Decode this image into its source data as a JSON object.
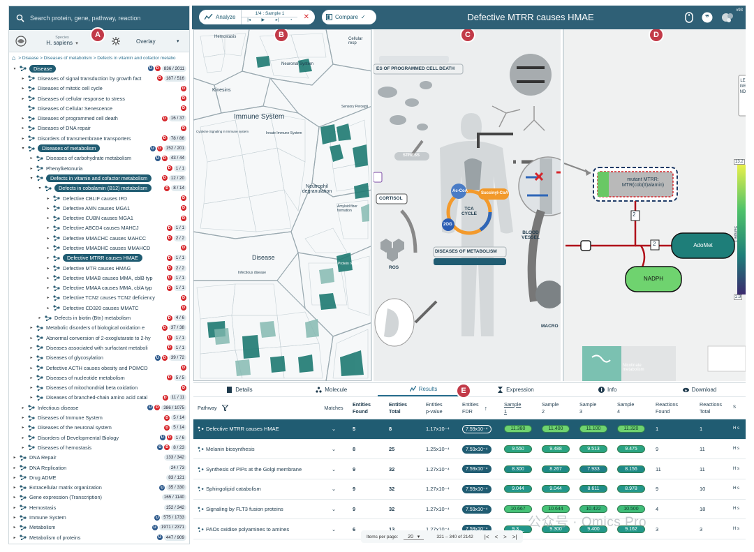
{
  "search": {
    "placeholder": "Search protein, gene, pathway, reaction"
  },
  "species": {
    "label": "Species",
    "value": "H. sapiens",
    "overlay_label": "Overlay"
  },
  "breadcrumb": {
    "items": [
      "Disease",
      "Diseases of metabolism",
      "Defects in vitamin and cofactor metabo"
    ]
  },
  "tree": [
    {
      "depth": 0,
      "tog": "▾",
      "label": "Disease",
      "sel": true,
      "u": true,
      "d": true,
      "count": "836 / 2011"
    },
    {
      "depth": 1,
      "tog": "▸",
      "label": "Diseases of signal transduction by growth fact",
      "d": true,
      "count": "187 / 516"
    },
    {
      "depth": 1,
      "tog": "▸",
      "label": "Diseases of mitotic cell cycle",
      "d": true,
      "count": ""
    },
    {
      "depth": 1,
      "tog": "▸",
      "label": "Diseases of cellular response to stress",
      "d": true,
      "count": ""
    },
    {
      "depth": 1,
      "tog": "",
      "label": "Diseases of Cellular Senescence",
      "d": true,
      "count": ""
    },
    {
      "depth": 1,
      "tog": "▸",
      "label": "Diseases of programmed cell death",
      "d": true,
      "count": "16 / 37"
    },
    {
      "depth": 1,
      "tog": "▸",
      "label": "Diseases of DNA repair",
      "d": true,
      "count": ""
    },
    {
      "depth": 1,
      "tog": "▸",
      "label": "Disorders of transmembrane transporters",
      "d": true,
      "count": "78 / 86"
    },
    {
      "depth": 1,
      "tog": "▾",
      "label": "Diseases of metabolism",
      "sel": true,
      "u": true,
      "d": true,
      "count": "152 / 201"
    },
    {
      "depth": 2,
      "tog": "▸",
      "label": "Diseases of carbohydrate metabolism",
      "u": true,
      "d": true,
      "count": "43 / 44"
    },
    {
      "depth": 2,
      "tog": "▸",
      "label": "Phenylketonuria",
      "d": true,
      "count": "1 / 1"
    },
    {
      "depth": 2,
      "tog": "▾",
      "label": "Defects in vitamin and cofactor metabolism",
      "sel": true,
      "d": true,
      "count": "12 / 20"
    },
    {
      "depth": 3,
      "tog": "▾",
      "label": "Defects in cobalamin (B12) metabolism",
      "sel": true,
      "d": true,
      "count": "8 / 14"
    },
    {
      "depth": 4,
      "tog": "▸",
      "label": "Defective CBLIF causes IFD",
      "d": true,
      "count": ""
    },
    {
      "depth": 4,
      "tog": "▸",
      "label": "Defective AMN causes MGA1",
      "d": true,
      "count": ""
    },
    {
      "depth": 4,
      "tog": "▸",
      "label": "Defective CUBN causes MGA1",
      "d": true,
      "count": ""
    },
    {
      "depth": 4,
      "tog": "▸",
      "label": "Defective ABCD4 causes MAHCJ",
      "d": true,
      "count": "1 / 1"
    },
    {
      "depth": 4,
      "tog": "▸",
      "label": "Defective MMACHC causes MAHCC",
      "d": true,
      "count": "2 / 2"
    },
    {
      "depth": 4,
      "tog": "▸",
      "label": "Defective MMADHC causes MMAHCD",
      "d": true,
      "count": ""
    },
    {
      "depth": 4,
      "tog": "▸",
      "label": "Defective MTRR causes HMAE",
      "sel": true,
      "d": true,
      "count": "1 / 1"
    },
    {
      "depth": 4,
      "tog": "▸",
      "label": "Defective MTR causes HMAG",
      "d": true,
      "count": "2 / 2"
    },
    {
      "depth": 4,
      "tog": "▸",
      "label": "Defective MMAB causes MMA, cblB typ",
      "d": true,
      "count": "1 / 1"
    },
    {
      "depth": 4,
      "tog": "▸",
      "label": "Defective MMAA causes MMA, cblA typ",
      "d": true,
      "count": "1 / 1"
    },
    {
      "depth": 4,
      "tog": "▸",
      "label": "Defective TCN2 causes TCN2 deficiency",
      "d": true,
      "count": ""
    },
    {
      "depth": 4,
      "tog": "▸",
      "label": "Defective CD320 causes MMATC",
      "d": true,
      "count": ""
    },
    {
      "depth": 3,
      "tog": "▸",
      "label": "Defects in biotin (Btn) metabolism",
      "d": true,
      "count": "4 / 6"
    },
    {
      "depth": 2,
      "tog": "▸",
      "label": "Metabolic disorders of biological oxidation e",
      "d": true,
      "count": "37 / 38"
    },
    {
      "depth": 2,
      "tog": "▸",
      "label": "Abnormal conversion of 2-oxoglutarate to 2-hy",
      "d": true,
      "count": "1 / 1"
    },
    {
      "depth": 2,
      "tog": "▸",
      "label": "Diseases associated with surfactant metaboli",
      "d": true,
      "count": "1 / 1"
    },
    {
      "depth": 2,
      "tog": "▸",
      "label": "Diseases of glycosylation",
      "u": true,
      "d": true,
      "count": "39 / 72"
    },
    {
      "depth": 2,
      "tog": "▸",
      "label": "Defective ACTH causes obesity and POMCD",
      "d": true,
      "count": ""
    },
    {
      "depth": 2,
      "tog": "▸",
      "label": "Diseases of nucleotide metabolism",
      "d": true,
      "count": "5 / 5"
    },
    {
      "depth": 2,
      "tog": "▸",
      "label": "Diseases of mitochondrial beta oxidation",
      "d": true,
      "count": ""
    },
    {
      "depth": 2,
      "tog": "▸",
      "label": "Diseases of branched-chain amino acid catal",
      "d": true,
      "count": "11 / 11"
    },
    {
      "depth": 1,
      "tog": "▸",
      "label": "Infectious disease",
      "u": true,
      "d": true,
      "count": "386 / 1075"
    },
    {
      "depth": 1,
      "tog": "▸",
      "label": "Diseases of Immune System",
      "d": true,
      "count": "5 / 14"
    },
    {
      "depth": 1,
      "tog": "▸",
      "label": "Diseases of the neuronal system",
      "d": true,
      "count": "5 / 14"
    },
    {
      "depth": 1,
      "tog": "▸",
      "label": "Disorders of Developmental Biology",
      "u": true,
      "d": true,
      "count": "1 / 6"
    },
    {
      "depth": 1,
      "tog": "▸",
      "label": "Diseases of hemostasis",
      "u": true,
      "d": true,
      "count": "8 / 23"
    },
    {
      "depth": 0,
      "tog": "▸",
      "label": "DNA Repair",
      "count": "133 / 342"
    },
    {
      "depth": 0,
      "tog": "▸",
      "label": "DNA Replication",
      "count": "24 / 73"
    },
    {
      "depth": 0,
      "tog": "▸",
      "label": "Drug ADME",
      "count": "83 / 121"
    },
    {
      "depth": 0,
      "tog": "▸",
      "label": "Extracellular matrix organization",
      "u": true,
      "count": "35 / 330"
    },
    {
      "depth": 0,
      "tog": "▸",
      "label": "Gene expression (Transcription)",
      "count": "165 / 1140"
    },
    {
      "depth": 0,
      "tog": "▸",
      "label": "Hemostasis",
      "count": "152 / 342"
    },
    {
      "depth": 0,
      "tog": "▸",
      "label": "Immune System",
      "u": true,
      "count": "575 / 1733"
    },
    {
      "depth": 0,
      "tog": "▸",
      "label": "Metabolism",
      "u": true,
      "count": "1971 / 2371"
    },
    {
      "depth": 0,
      "tog": "▸",
      "label": "Metabolism of proteins",
      "u": true,
      "count": "447 / 909"
    }
  ],
  "toolbar": {
    "analyze_label": "Analyze",
    "sample_label": "1/4 : Sample 1",
    "compare_label": "Compare",
    "version": "v93"
  },
  "page_title": "Defective MTRR causes HMAE",
  "markers": {
    "a": "A",
    "b": "B",
    "c": "C",
    "d": "D",
    "e": "E"
  },
  "paneB": {
    "labels": [
      "Hemostasis",
      "Cellular resp",
      "Neuronal System",
      "Kinesins",
      "Immune System",
      "Innate Immune System",
      "Cytokine Signaling in Immune system",
      "Sensory Percepti",
      "Neutrophil degranulation",
      "Amyloid fiber formation",
      "Disease",
      "Infectious disease",
      "Protein repair"
    ]
  },
  "paneC": {
    "labels": [
      "ES OF PROGRAMMED CELL DEATH",
      "STRESS",
      "CORTISOL",
      "ROS",
      "TCA CYCLE",
      "Ac-CoA",
      "Succinyl-CoA",
      "2OG",
      "BLOOD VESSEL",
      "DISEASES OF METABOLISM",
      "MACRO"
    ]
  },
  "paneD": {
    "legend": "LEGEND",
    "scale_max": "13.2",
    "scale_min": "2.9",
    "scale_label": "Sample 1",
    "nodes": {
      "mutant": "mutant MTRR:\nMTR(cob(II)alamin)",
      "adomet": "AdoMet",
      "nadph": "NADPH",
      "nicotinate": "Nicotinate metabolism",
      "stoich1": "2",
      "stoich2": "2"
    }
  },
  "tabs": [
    "Details",
    "Molecule",
    "Results",
    "Expression",
    "Info",
    "Download"
  ],
  "table": {
    "headers": {
      "pathway": "Pathway",
      "matches": "Matches",
      "ef": "Entities\nFound",
      "et": "Entities\nTotal",
      "pv": "Entities\np-value",
      "fdr": "Entities\nFDR",
      "s1": "Sample\n1",
      "s2": "Sample\n2",
      "s3": "Sample\n3",
      "s4": "Sample\n4",
      "rf": "Reactions\nFound",
      "rt": "Reactions\nTotal",
      "sp": "S"
    },
    "rows": [
      {
        "name": "Defective MTRR causes HMAE",
        "ef": "5",
        "et": "8",
        "pv": "1.17x10⁻⁴",
        "fdr": "7.59x10⁻⁴",
        "s": [
          "11.380",
          "11.400",
          "11.100",
          "11.320"
        ],
        "sc": [
          "#6fd36f",
          "#6fd36f",
          "#6fd36f",
          "#6fd36f"
        ],
        "rf": "1",
        "rt": "1",
        "sp": "H s",
        "sel": true
      },
      {
        "name": "Melanin biosynthesis",
        "ef": "8",
        "et": "25",
        "pv": "1.25x10⁻⁴",
        "fdr": "7.59x10⁻⁴",
        "s": [
          "9.550",
          "9.488",
          "9.513",
          "9.475"
        ],
        "sc": [
          "#2aa382",
          "#2aa382",
          "#2aa382",
          "#2aa382"
        ],
        "rf": "9",
        "rt": "11",
        "sp": "H s"
      },
      {
        "name": "Synthesis of PIPs at the Golgi membrane",
        "ef": "9",
        "et": "32",
        "pv": "1.27x10⁻⁴",
        "fdr": "7.59x10⁻⁴",
        "s": [
          "8.300",
          "8.267",
          "7.933",
          "8.156"
        ],
        "sc": [
          "#1e8a86",
          "#1e8a86",
          "#1f7f86",
          "#1e8a86"
        ],
        "rf": "11",
        "rt": "11",
        "sp": "H s"
      },
      {
        "name": "Sphingolipid catabolism",
        "ef": "9",
        "et": "32",
        "pv": "1.27x10⁻⁴",
        "fdr": "7.59x10⁻⁴",
        "s": [
          "9.044",
          "9.044",
          "8.611",
          "8.978"
        ],
        "sc": [
          "#23978a",
          "#23978a",
          "#208e88",
          "#23978a"
        ],
        "rf": "9",
        "rt": "10",
        "sp": "H s"
      },
      {
        "name": "Signaling by FLT3 fusion proteins",
        "ef": "9",
        "et": "32",
        "pv": "1.27x10⁻⁴",
        "fdr": "7.59x10⁻⁴",
        "s": [
          "10.667",
          "10.644",
          "10.422",
          "10.500"
        ],
        "sc": [
          "#46c277",
          "#46c277",
          "#3cb97a",
          "#40bd79"
        ],
        "rf": "4",
        "rt": "18",
        "sp": "H s"
      },
      {
        "name": "PAOs oxidise polyamines to amines",
        "ef": "6",
        "et": "13",
        "pv": "1.27x10⁻⁴",
        "fdr": "7.59x10⁻⁴",
        "s": [
          "9.3__",
          "9.300",
          "9.400",
          "9.162"
        ],
        "sc": [
          "#23978a",
          "#23978a",
          "#23978a",
          "#23978a"
        ],
        "rf": "3",
        "rt": "3",
        "sp": "H s"
      }
    ]
  },
  "pager": {
    "items_label": "Items per page:",
    "per_page": "20",
    "range": "321 – 340 of 2142"
  },
  "watermark": "公众号 · Omics Pro",
  "colors": {
    "brand": "#2f6076",
    "selected": "#205c72",
    "marker": "#c23a48",
    "down_badge": "#d6262b",
    "up_badge": "#2e5a8c"
  }
}
